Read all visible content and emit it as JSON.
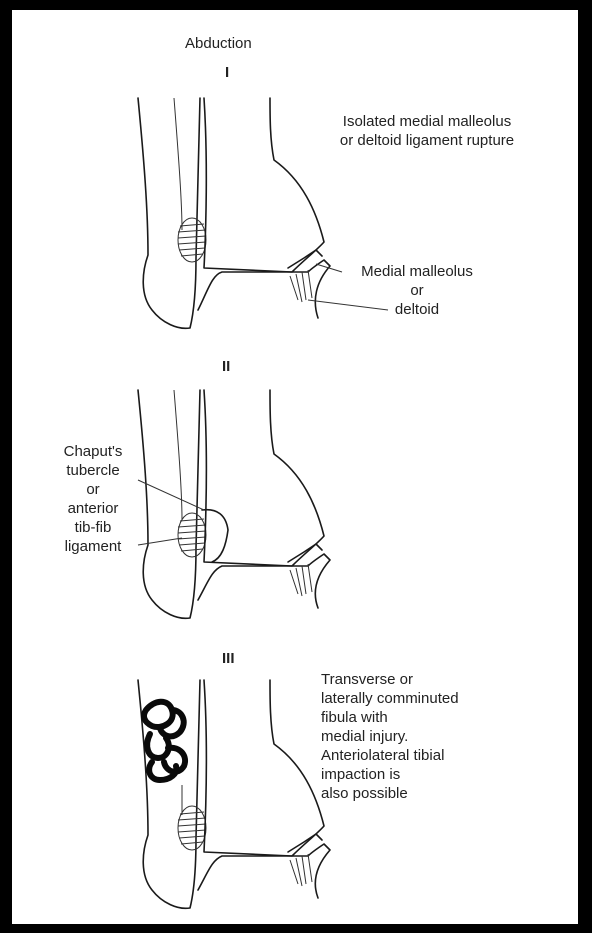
{
  "title": "Abduction",
  "stages": [
    {
      "numeral": "I",
      "note": "Isolated medial malleolus\nor deltoid ligament rupture",
      "label": "Medial malleolus\nor\ndeltoid"
    },
    {
      "numeral": "II",
      "label": "Chaput's\ntubercle\nor\nanterior\ntib-fib\nligament"
    },
    {
      "numeral": "III",
      "note": "Transverse or\nlaterally comminuted\nfibula with\nmedial injury.\nAnteriolateral tibial\nimpaction is\nalso possible"
    }
  ]
}
